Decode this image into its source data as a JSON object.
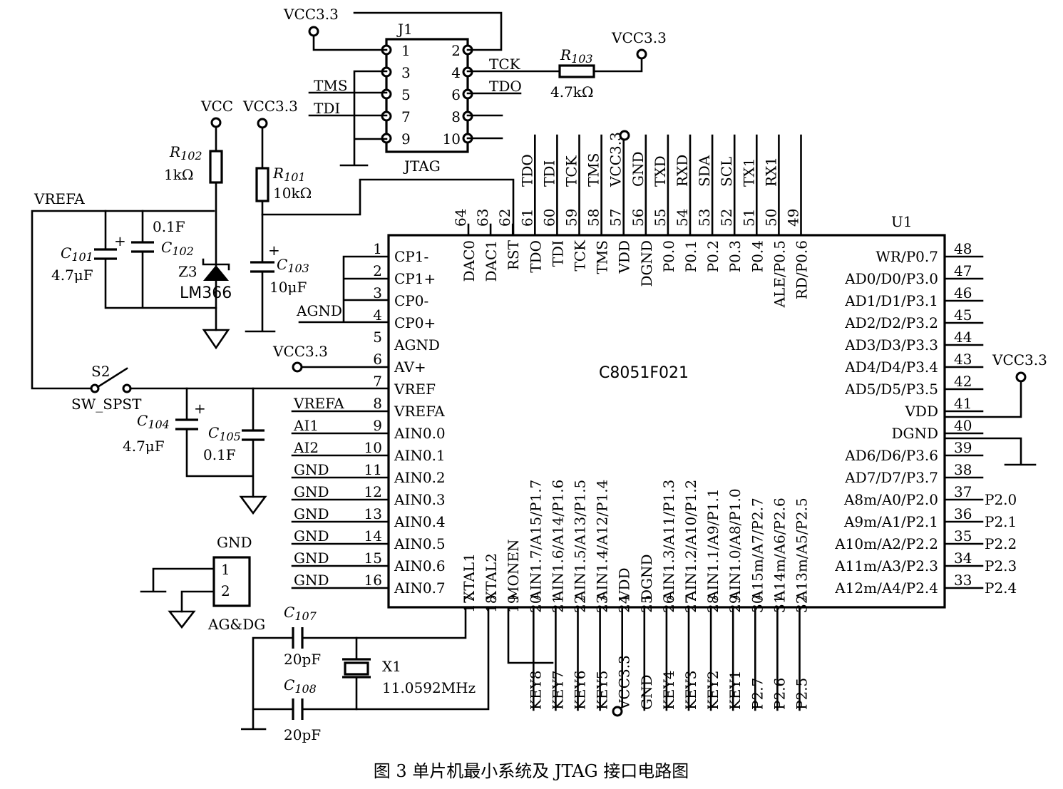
{
  "caption": "图 3  单片机最小系统及 JTAG 接口电路图",
  "chip": {
    "ref": "U1",
    "name": "C8051F021",
    "left": [
      [
        "1",
        "CP1-"
      ],
      [
        "2",
        "CP1+"
      ],
      [
        "3",
        "CP0-"
      ],
      [
        "4",
        "CP0+"
      ],
      [
        "5",
        "AGND"
      ],
      [
        "6",
        "AV+"
      ],
      [
        "7",
        "VREF"
      ],
      [
        "8",
        "VREFA"
      ],
      [
        "9",
        "AIN0.0"
      ],
      [
        "10",
        "AIN0.1"
      ],
      [
        "11",
        "AIN0.2"
      ],
      [
        "12",
        "AIN0.3"
      ],
      [
        "13",
        "AIN0.4"
      ],
      [
        "14",
        "AIN0.5"
      ],
      [
        "15",
        "AIN0.6"
      ],
      [
        "16",
        "AIN0.7"
      ]
    ],
    "right": [
      [
        "48",
        "WR/P0.7"
      ],
      [
        "47",
        "AD0/D0/P3.0"
      ],
      [
        "46",
        "AD1/D1/P3.1"
      ],
      [
        "45",
        "AD2/D2/P3.2"
      ],
      [
        "44",
        "AD3/D3/P3.3"
      ],
      [
        "43",
        "AD4/D4/P3.4"
      ],
      [
        "42",
        "AD5/D5/P3.5"
      ],
      [
        "41",
        "VDD"
      ],
      [
        "40",
        "DGND"
      ],
      [
        "39",
        "AD6/D6/P3.6"
      ],
      [
        "38",
        "AD7/D7/P3.7"
      ],
      [
        "37",
        "A8m/A0/P2.0"
      ],
      [
        "36",
        "A9m/A1/P2.1"
      ],
      [
        "35",
        "A10m/A2/P2.2"
      ],
      [
        "34",
        "A11m/A3/P2.3"
      ],
      [
        "33",
        "A12m/A4/P2.4"
      ]
    ],
    "top": [
      [
        "64",
        "DAC0"
      ],
      [
        "63",
        "DAC1"
      ],
      [
        "62",
        "RST"
      ],
      [
        "61",
        "TDO"
      ],
      [
        "60",
        "TDI"
      ],
      [
        "59",
        "TCK"
      ],
      [
        "58",
        "TMS"
      ],
      [
        "57",
        "VDD"
      ],
      [
        "56",
        "DGND"
      ],
      [
        "55",
        "P0.0"
      ],
      [
        "54",
        "P0.1"
      ],
      [
        "53",
        "P0.2"
      ],
      [
        "52",
        "P0.3"
      ],
      [
        "51",
        "P0.4"
      ],
      [
        "50",
        "ALE/P0.5"
      ],
      [
        "49",
        "RD/P0.6"
      ]
    ],
    "bottom": [
      [
        "17",
        "XTAL1"
      ],
      [
        "18",
        "XTAL2"
      ],
      [
        "19",
        "MONEN"
      ],
      [
        "20",
        "AIN1.7/A15/P1.7"
      ],
      [
        "21",
        "AIN1.6/A14/P1.6"
      ],
      [
        "22",
        "AIN1.5/A13/P1.5"
      ],
      [
        "23",
        "AIN1.4/A12/P1.4"
      ],
      [
        "24",
        "VDD"
      ],
      [
        "25",
        "DGND"
      ],
      [
        "26",
        "AIN1.3/A11/P1.3"
      ],
      [
        "27",
        "AIN1.2/A10/P1.2"
      ],
      [
        "28",
        "AIN1.1/A9/P1.1"
      ],
      [
        "29",
        "AIN1.0/A8/P1.0"
      ],
      [
        "30",
        "A15m/A7/P2.7"
      ],
      [
        "31",
        "A14m/A6/P2.6"
      ],
      [
        "32",
        "A13m/A5/P2.5"
      ]
    ]
  },
  "top_nets": [
    "",
    "",
    "",
    "TDO",
    "TDI",
    "TCK",
    "TMS",
    "VCC3.3",
    "GND",
    "TXD",
    "RXD",
    "SDA",
    "SCL",
    "TX1",
    "RX1",
    ""
  ],
  "left_nets": [
    "",
    "",
    "",
    "",
    "",
    "",
    "",
    "VREFA",
    "AI1",
    "AI2",
    "GND",
    "GND",
    "GND",
    "GND",
    "GND",
    "GND"
  ],
  "right_nets": [
    "P2.0",
    "P2.1",
    "P2.2",
    "P2.3",
    "P2.4"
  ],
  "bottom_nets": [
    "KEY8",
    "KEY7",
    "KEY6",
    "KEY5",
    "VCC3.3",
    "GND",
    "KEY4",
    "KEY3",
    "KEY2",
    "KEY1",
    "P2.7",
    "P2.6",
    "P2.5"
  ],
  "jtag": {
    "ref": "J1",
    "name": "JTAG",
    "left_pins": [
      "1",
      "3",
      "5",
      "7",
      "9"
    ],
    "right_pins": [
      "2",
      "4",
      "6",
      "8",
      "10"
    ],
    "nets": [
      "TMS",
      "TDI",
      "TCK",
      "TDO"
    ]
  },
  "labels": {
    "vcc3_jtag": "VCC3.3",
    "vcc3_r103": "VCC3.3",
    "vcc": "VCC",
    "vcc3_r101": "VCC3.3",
    "vcc3_avplus": "VCC3.3",
    "vcc3_vdd41": "VCC3.3",
    "vrefa": "VREFA",
    "agnd": "AGND",
    "gnd_conn": "GND",
    "sw_ref": "S2",
    "sw_type": "SW_SPST",
    "conn_name": "AG&DG",
    "conn_p1": "1",
    "conn_p2": "2",
    "zener_ref": "Z3",
    "zener_type": "LM366",
    "crystal_ref": "X1",
    "crystal_freq": "11.0592MHz",
    "plus": "+"
  },
  "components": {
    "R103": {
      "ref": "R",
      "sub": "103",
      "value": "4.7kΩ"
    },
    "R102": {
      "ref": "R",
      "sub": "102",
      "value": "1kΩ"
    },
    "R101": {
      "ref": "R",
      "sub": "101",
      "value": "10kΩ"
    },
    "C101": {
      "ref": "C",
      "sub": "101",
      "value": "4.7μF"
    },
    "C102": {
      "ref": "C",
      "sub": "102",
      "value": "0.1F"
    },
    "C103": {
      "ref": "C",
      "sub": "103",
      "value": "10μF"
    },
    "C104": {
      "ref": "C",
      "sub": "104",
      "value": "4.7μF"
    },
    "C105": {
      "ref": "C",
      "sub": "105",
      "value": "0.1F"
    },
    "C107": {
      "ref": "C",
      "sub": "107",
      "value": "20pF"
    },
    "C108": {
      "ref": "C",
      "sub": "108",
      "value": "20pF"
    }
  }
}
